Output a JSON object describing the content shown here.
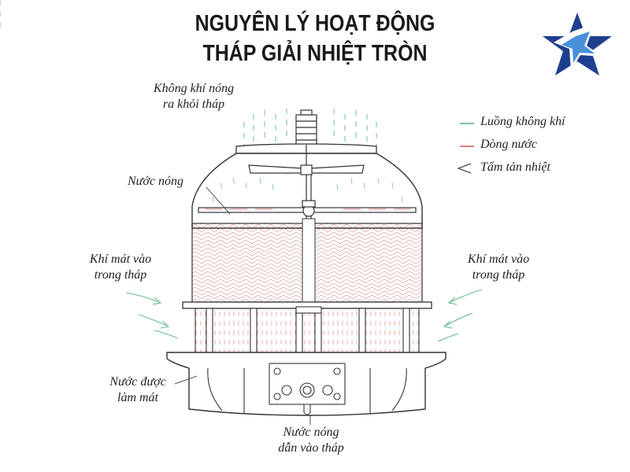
{
  "title": {
    "line1": "NGUYÊN LÝ HOẠT ĐỘNG",
    "line2": "THÁP GIẢI NHIỆT TRÒN"
  },
  "logo": {
    "icon": "star-logo",
    "colors": [
      "#1e3f8f",
      "#4a90d9"
    ]
  },
  "labels": {
    "air_out_1": "Không khí nóng",
    "air_out_2": "ra khỏi tháp",
    "hot_water": "Nước nóng",
    "cool_air_left_1": "Khí mát vào",
    "cool_air_left_2": "trong tháp",
    "cool_air_right_1": "Khí mát vào",
    "cool_air_right_2": "trong tháp",
    "cooled_water_1": "Nước được",
    "cooled_water_2": "làm mát",
    "hot_water_in_1": "Nước nóng",
    "hot_water_in_2": "dẫn vào tháp"
  },
  "legend": [
    {
      "mark": "—",
      "label": "Luồng không khí",
      "color": "#4caf7a"
    },
    {
      "mark": "—",
      "label": "Dòng nước",
      "color": "#d9534f"
    },
    {
      "mark": "<",
      "label": "Tấm tản nhiệt",
      "color": "#555555"
    }
  ]
}
